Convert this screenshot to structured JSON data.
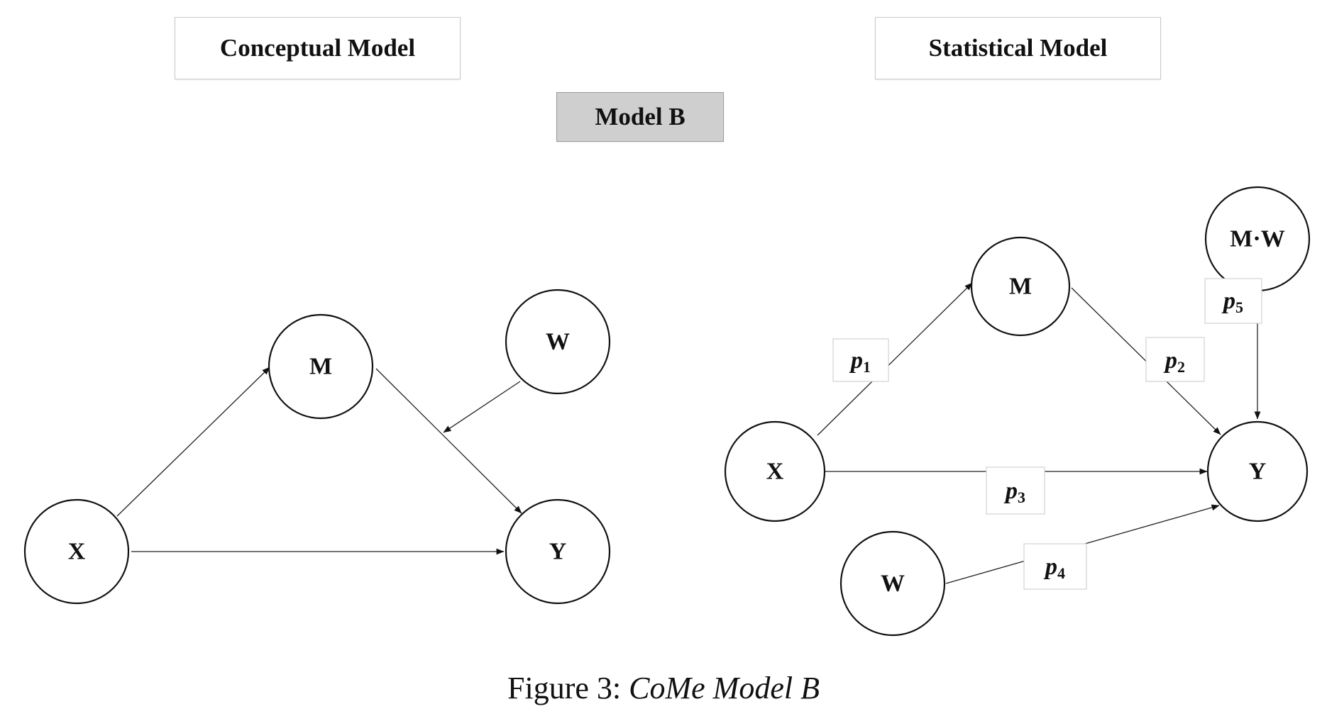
{
  "headers": {
    "conceptual": "Conceptual Model",
    "statistical": "Statistical Model",
    "model": "Model B"
  },
  "conceptual": {
    "nodes": {
      "x": "X",
      "m": "M",
      "w": "W",
      "y": "Y"
    }
  },
  "statistical": {
    "nodes": {
      "x": "X",
      "m": "M",
      "mw": "M·W",
      "y": "Y",
      "w": "W"
    },
    "paths": {
      "p1": {
        "letter": "p",
        "sub": "1"
      },
      "p2": {
        "letter": "p",
        "sub": "2"
      },
      "p3": {
        "letter": "p",
        "sub": "3"
      },
      "p4": {
        "letter": "p",
        "sub": "4"
      },
      "p5": {
        "letter": "p",
        "sub": "5"
      }
    }
  },
  "caption": {
    "label": "Figure 3:",
    "title": "CoMe Model B"
  }
}
